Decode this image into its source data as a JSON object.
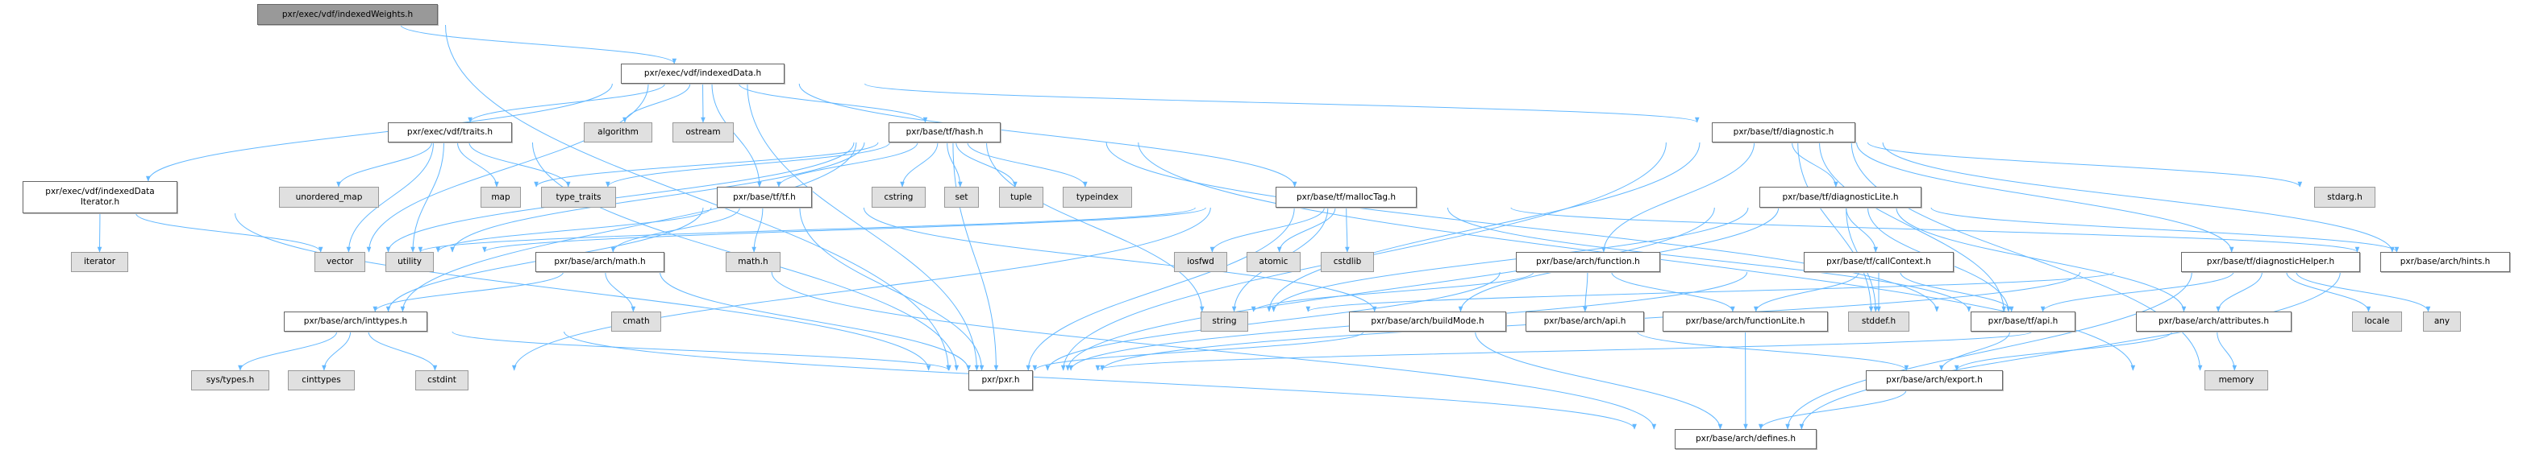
{
  "colors": {
    "edge": "#63b8ff",
    "project_fill": "#ffffff",
    "external_fill": "#e0e0e0",
    "root_fill": "#999999"
  },
  "nodes": [
    {
      "id": "indexedWeights",
      "label": "pxr/exec/vdf/indexedWeights.h",
      "kind": "root"
    },
    {
      "id": "indexedData",
      "label": "pxr/exec/vdf/indexedData.h",
      "kind": "project"
    },
    {
      "id": "indexedDataIterator",
      "label": "pxr/exec/vdf/indexedData\nIterator.h",
      "kind": "project"
    },
    {
      "id": "traits",
      "label": "pxr/exec/vdf/traits.h",
      "kind": "project"
    },
    {
      "id": "algorithm",
      "label": "algorithm",
      "kind": "external"
    },
    {
      "id": "ostream",
      "label": "ostream",
      "kind": "external"
    },
    {
      "id": "hash",
      "label": "pxr/base/tf/hash.h",
      "kind": "project"
    },
    {
      "id": "diagnostic",
      "label": "pxr/base/tf/diagnostic.h",
      "kind": "project"
    },
    {
      "id": "iterator",
      "label": "iterator",
      "kind": "external"
    },
    {
      "id": "vector",
      "label": "vector",
      "kind": "external"
    },
    {
      "id": "utility",
      "label": "utility",
      "kind": "external"
    },
    {
      "id": "unordered_map",
      "label": "unordered_map",
      "kind": "external"
    },
    {
      "id": "map",
      "label": "map",
      "kind": "external"
    },
    {
      "id": "type_traits",
      "label": "type_traits",
      "kind": "external"
    },
    {
      "id": "tf",
      "label": "pxr/base/tf/tf.h",
      "kind": "project"
    },
    {
      "id": "cstring",
      "label": "cstring",
      "kind": "external"
    },
    {
      "id": "set",
      "label": "set",
      "kind": "external"
    },
    {
      "id": "tuple",
      "label": "tuple",
      "kind": "external"
    },
    {
      "id": "typeindex",
      "label": "typeindex",
      "kind": "external"
    },
    {
      "id": "mallocTag",
      "label": "pxr/base/tf/mallocTag.h",
      "kind": "project"
    },
    {
      "id": "diagnosticLite",
      "label": "pxr/base/tf/diagnosticLite.h",
      "kind": "project"
    },
    {
      "id": "stdarg",
      "label": "stdarg.h",
      "kind": "external"
    },
    {
      "id": "archMath",
      "label": "pxr/base/arch/math.h",
      "kind": "project"
    },
    {
      "id": "mathh",
      "label": "math.h",
      "kind": "external"
    },
    {
      "id": "iosfwd",
      "label": "iosfwd",
      "kind": "external"
    },
    {
      "id": "atomic",
      "label": "atomic",
      "kind": "external"
    },
    {
      "id": "cstdlib",
      "label": "cstdlib",
      "kind": "external"
    },
    {
      "id": "function",
      "label": "pxr/base/arch/function.h",
      "kind": "project"
    },
    {
      "id": "callContext",
      "label": "pxr/base/tf/callContext.h",
      "kind": "project"
    },
    {
      "id": "diagnosticHelper",
      "label": "pxr/base/tf/diagnosticHelper.h",
      "kind": "project"
    },
    {
      "id": "hints",
      "label": "pxr/base/arch/hints.h",
      "kind": "project"
    },
    {
      "id": "inttypes",
      "label": "pxr/base/arch/inttypes.h",
      "kind": "project"
    },
    {
      "id": "cmath",
      "label": "cmath",
      "kind": "external"
    },
    {
      "id": "string",
      "label": "string",
      "kind": "external"
    },
    {
      "id": "buildMode",
      "label": "pxr/base/arch/buildMode.h",
      "kind": "project"
    },
    {
      "id": "archApi",
      "label": "pxr/base/arch/api.h",
      "kind": "project"
    },
    {
      "id": "functionLite",
      "label": "pxr/base/arch/functionLite.h",
      "kind": "project"
    },
    {
      "id": "stddef",
      "label": "stddef.h",
      "kind": "external"
    },
    {
      "id": "tfApi",
      "label": "pxr/base/tf/api.h",
      "kind": "project"
    },
    {
      "id": "attributes",
      "label": "pxr/base/arch/attributes.h",
      "kind": "project"
    },
    {
      "id": "locale",
      "label": "locale",
      "kind": "external"
    },
    {
      "id": "any",
      "label": "any",
      "kind": "external"
    },
    {
      "id": "systypes",
      "label": "sys/types.h",
      "kind": "external"
    },
    {
      "id": "cinttypes",
      "label": "cinttypes",
      "kind": "external"
    },
    {
      "id": "cstdint",
      "label": "cstdint",
      "kind": "external"
    },
    {
      "id": "pxr",
      "label": "pxr/pxr.h",
      "kind": "project"
    },
    {
      "id": "export",
      "label": "pxr/base/arch/export.h",
      "kind": "project"
    },
    {
      "id": "memory",
      "label": "memory",
      "kind": "external"
    },
    {
      "id": "defines",
      "label": "pxr/base/arch/defines.h",
      "kind": "project"
    }
  ],
  "edges": [
    [
      "indexedWeights",
      "indexedData"
    ],
    [
      "indexedWeights",
      "pxr"
    ],
    [
      "indexedData",
      "indexedDataIterator"
    ],
    [
      "indexedData",
      "traits"
    ],
    [
      "indexedData",
      "algorithm"
    ],
    [
      "indexedData",
      "ostream"
    ],
    [
      "indexedData",
      "hash"
    ],
    [
      "indexedData",
      "diagnostic"
    ],
    [
      "indexedData",
      "vector"
    ],
    [
      "indexedData",
      "tf"
    ],
    [
      "indexedData",
      "mallocTag"
    ],
    [
      "indexedData",
      "pxr"
    ],
    [
      "indexedDataIterator",
      "iterator"
    ],
    [
      "indexedDataIterator",
      "vector"
    ],
    [
      "indexedDataIterator",
      "pxr"
    ],
    [
      "traits",
      "vector"
    ],
    [
      "traits",
      "unordered_map"
    ],
    [
      "traits",
      "utility"
    ],
    [
      "traits",
      "map"
    ],
    [
      "traits",
      "type_traits"
    ],
    [
      "traits",
      "pxr"
    ],
    [
      "hash",
      "cstring"
    ],
    [
      "hash",
      "set"
    ],
    [
      "hash",
      "tuple"
    ],
    [
      "hash",
      "typeindex"
    ],
    [
      "hash",
      "map"
    ],
    [
      "hash",
      "type_traits"
    ],
    [
      "hash",
      "vector"
    ],
    [
      "hash",
      "utility"
    ],
    [
      "hash",
      "string"
    ],
    [
      "hash",
      "tf"
    ],
    [
      "hash",
      "inttypes"
    ],
    [
      "hash",
      "tfApi"
    ],
    [
      "hash",
      "memory"
    ],
    [
      "hash",
      "pxr"
    ],
    [
      "tf",
      "mathh"
    ],
    [
      "tf",
      "utility"
    ],
    [
      "tf",
      "archMath"
    ],
    [
      "tf",
      "inttypes"
    ],
    [
      "tf",
      "buildMode"
    ],
    [
      "tf",
      "pxr"
    ],
    [
      "archMath",
      "cmath"
    ],
    [
      "archMath",
      "inttypes"
    ],
    [
      "archMath",
      "pxr"
    ],
    [
      "archMath",
      "defines"
    ],
    [
      "inttypes",
      "systypes"
    ],
    [
      "inttypes",
      "cinttypes"
    ],
    [
      "inttypes",
      "cstdint"
    ],
    [
      "inttypes",
      "pxr"
    ],
    [
      "inttypes",
      "defines"
    ],
    [
      "mallocTag",
      "iosfwd"
    ],
    [
      "mallocTag",
      "atomic"
    ],
    [
      "mallocTag",
      "cstdlib"
    ],
    [
      "mallocTag",
      "string"
    ],
    [
      "mallocTag",
      "vector"
    ],
    [
      "mallocTag",
      "utility"
    ],
    [
      "mallocTag",
      "cstdint"
    ],
    [
      "mallocTag",
      "tfApi"
    ],
    [
      "mallocTag",
      "hints"
    ],
    [
      "mallocTag",
      "pxr"
    ],
    [
      "diagnostic",
      "diagnosticLite"
    ],
    [
      "diagnostic",
      "diagnosticHelper"
    ],
    [
      "diagnostic",
      "function"
    ],
    [
      "diagnostic",
      "stddef"
    ],
    [
      "diagnostic",
      "tfApi"
    ],
    [
      "diagnostic",
      "stdarg"
    ],
    [
      "diagnostic",
      "hints"
    ],
    [
      "diagnostic",
      "string"
    ],
    [
      "diagnostic",
      "memory"
    ],
    [
      "diagnostic",
      "pxr"
    ],
    [
      "diagnosticLite",
      "callContext"
    ],
    [
      "diagnosticLite",
      "stddef"
    ],
    [
      "diagnosticLite",
      "tfApi"
    ],
    [
      "diagnosticLite",
      "attributes"
    ],
    [
      "diagnosticLite",
      "string"
    ],
    [
      "diagnosticLite",
      "buildMode"
    ],
    [
      "diagnosticLite",
      "hints"
    ],
    [
      "diagnosticLite",
      "pxr"
    ],
    [
      "callContext",
      "functionLite"
    ],
    [
      "callContext",
      "stddef"
    ],
    [
      "callContext",
      "tfApi"
    ],
    [
      "callContext",
      "pxr"
    ],
    [
      "function",
      "archApi"
    ],
    [
      "function",
      "functionLite"
    ],
    [
      "function",
      "string"
    ],
    [
      "function",
      "pxr"
    ],
    [
      "diagnosticHelper",
      "attributes"
    ],
    [
      "diagnosticHelper",
      "locale"
    ],
    [
      "diagnosticHelper",
      "any"
    ],
    [
      "diagnosticHelper",
      "tfApi"
    ],
    [
      "diagnosticHelper",
      "string"
    ],
    [
      "diagnosticHelper",
      "pxr"
    ],
    [
      "diagnosticHelper",
      "defines"
    ],
    [
      "functionLite",
      "defines"
    ],
    [
      "archApi",
      "export"
    ],
    [
      "buildMode",
      "defines"
    ],
    [
      "buildMode",
      "pxr"
    ],
    [
      "hints",
      "defines"
    ],
    [
      "tfApi",
      "export"
    ],
    [
      "attributes",
      "export"
    ],
    [
      "attributes",
      "memory"
    ],
    [
      "attributes",
      "pxr"
    ],
    [
      "export",
      "defines"
    ]
  ]
}
